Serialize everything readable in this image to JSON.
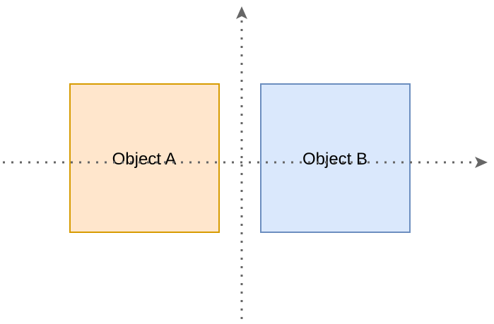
{
  "objects": [
    {
      "id": "object-a",
      "label": "Object A",
      "fill_color": "#ffe6cc",
      "stroke_color": "#d79b00"
    },
    {
      "id": "object-b",
      "label": "Object B",
      "fill_color": "#dae8fc",
      "stroke_color": "#6c8ebf"
    }
  ],
  "axis_color": "#666666",
  "axes": {
    "horizontal_icon": "arrow-right-icon",
    "vertical_icon": "arrow-up-icon"
  }
}
